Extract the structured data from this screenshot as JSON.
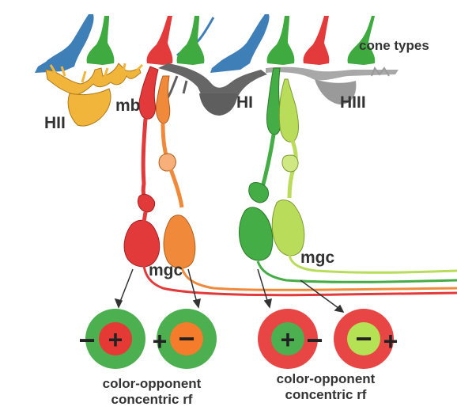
{
  "labels": {
    "cone_types": "cone types",
    "hii": "HII",
    "mb": "mb",
    "hi": "HI",
    "hiii": "HIII",
    "mgc_left": "mgc",
    "mgc_right": "mgc"
  },
  "captions": {
    "left_line1": "color-opponent",
    "left_line2": "concentric rf",
    "right_line1": "color-opponent",
    "right_line2": "concentric rf"
  },
  "receptive_fields": [
    {
      "id": "red-center-on",
      "surround_color": "#4caf50",
      "center_color": "#e53935",
      "center_sign": "+",
      "surround_sign": "−"
    },
    {
      "id": "orange-center-off",
      "surround_color": "#4caf50",
      "center_color": "#f57c2a",
      "center_sign": "−",
      "surround_sign": "+"
    },
    {
      "id": "green-center-on",
      "surround_color": "#e84545",
      "center_color": "#4caf50",
      "center_sign": "+",
      "surround_sign": "−"
    },
    {
      "id": "lightgreen-center-off",
      "surround_color": "#e84545",
      "center_color": "#b5e255",
      "center_sign": "−",
      "surround_sign": "+"
    }
  ],
  "colors": {
    "s_cone": "#3f7fb8",
    "m_cone": "#3faa3f",
    "l_cone": "#e33b3b",
    "hii": "#f0b53a",
    "hi": "#666666",
    "hiii": "#9a9a9a",
    "red_cell": "#e23a3a",
    "orange_cell": "#f08a3a",
    "green_cell": "#45ad45",
    "light_green_cell": "#b9dd5a"
  }
}
